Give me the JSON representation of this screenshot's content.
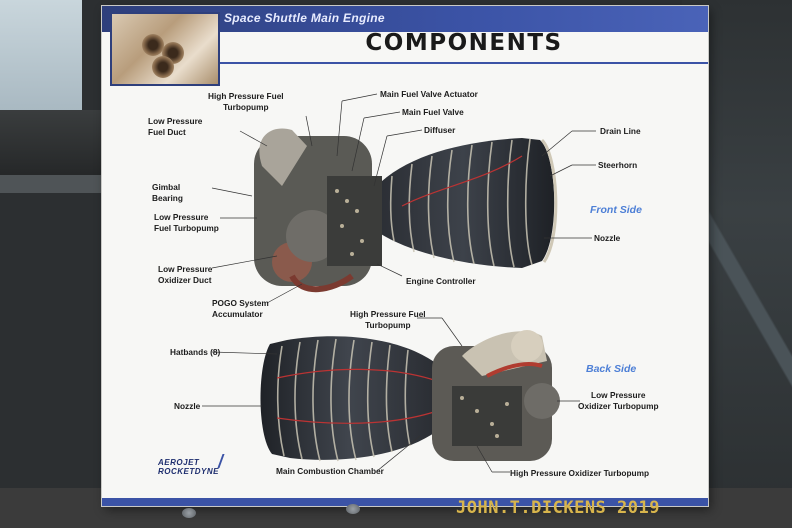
{
  "placard": {
    "subtitle": "Space Shuttle Main Engine",
    "title": "COMPONENTS",
    "front_label": "Front Side",
    "back_label": "Back Side",
    "logo_line1": "AEROJET",
    "logo_line2": "ROCKETDYNE"
  },
  "front_callouts": {
    "hp_fuel_turbopump": "High Pressure Fuel\nTurbopump",
    "lp_fuel_duct": "Low Pressure\nFuel Duct",
    "gimbal_bearing": "Gimbal\nBearing",
    "lp_fuel_turbopump": "Low Pressure\nFuel Turbopump",
    "lp_oxidizer_duct": "Low Pressure\nOxidizer Duct",
    "pogo_accumulator": "POGO System\nAccumulator",
    "main_fuel_valve_actuator": "Main Fuel Valve Actuator",
    "main_fuel_valve": "Main Fuel Valve",
    "diffuser": "Diffuser",
    "drain_line": "Drain Line",
    "steerhorn": "Steerhorn",
    "nozzle": "Nozzle",
    "engine_controller": "Engine Controller"
  },
  "back_callouts": {
    "hp_fuel_turbopump": "High Pressure Fuel\nTurbopump",
    "hatbands": "Hatbands (8)",
    "nozzle": "Nozzle",
    "lp_oxidizer_turbopump": "Low Pressure\nOxidizer Turbopump",
    "main_combustion_chamber": "Main Combustion Chamber",
    "hp_oxidizer_turbopump": "High Pressure Oxidizer Turbopump"
  },
  "watermark": "JOHN.T.DICKENS  2019",
  "colors": {
    "header_blue": "#3b53a6",
    "side_label_blue": "#4d7fd6",
    "watermark_gold": "#d8b54c"
  }
}
